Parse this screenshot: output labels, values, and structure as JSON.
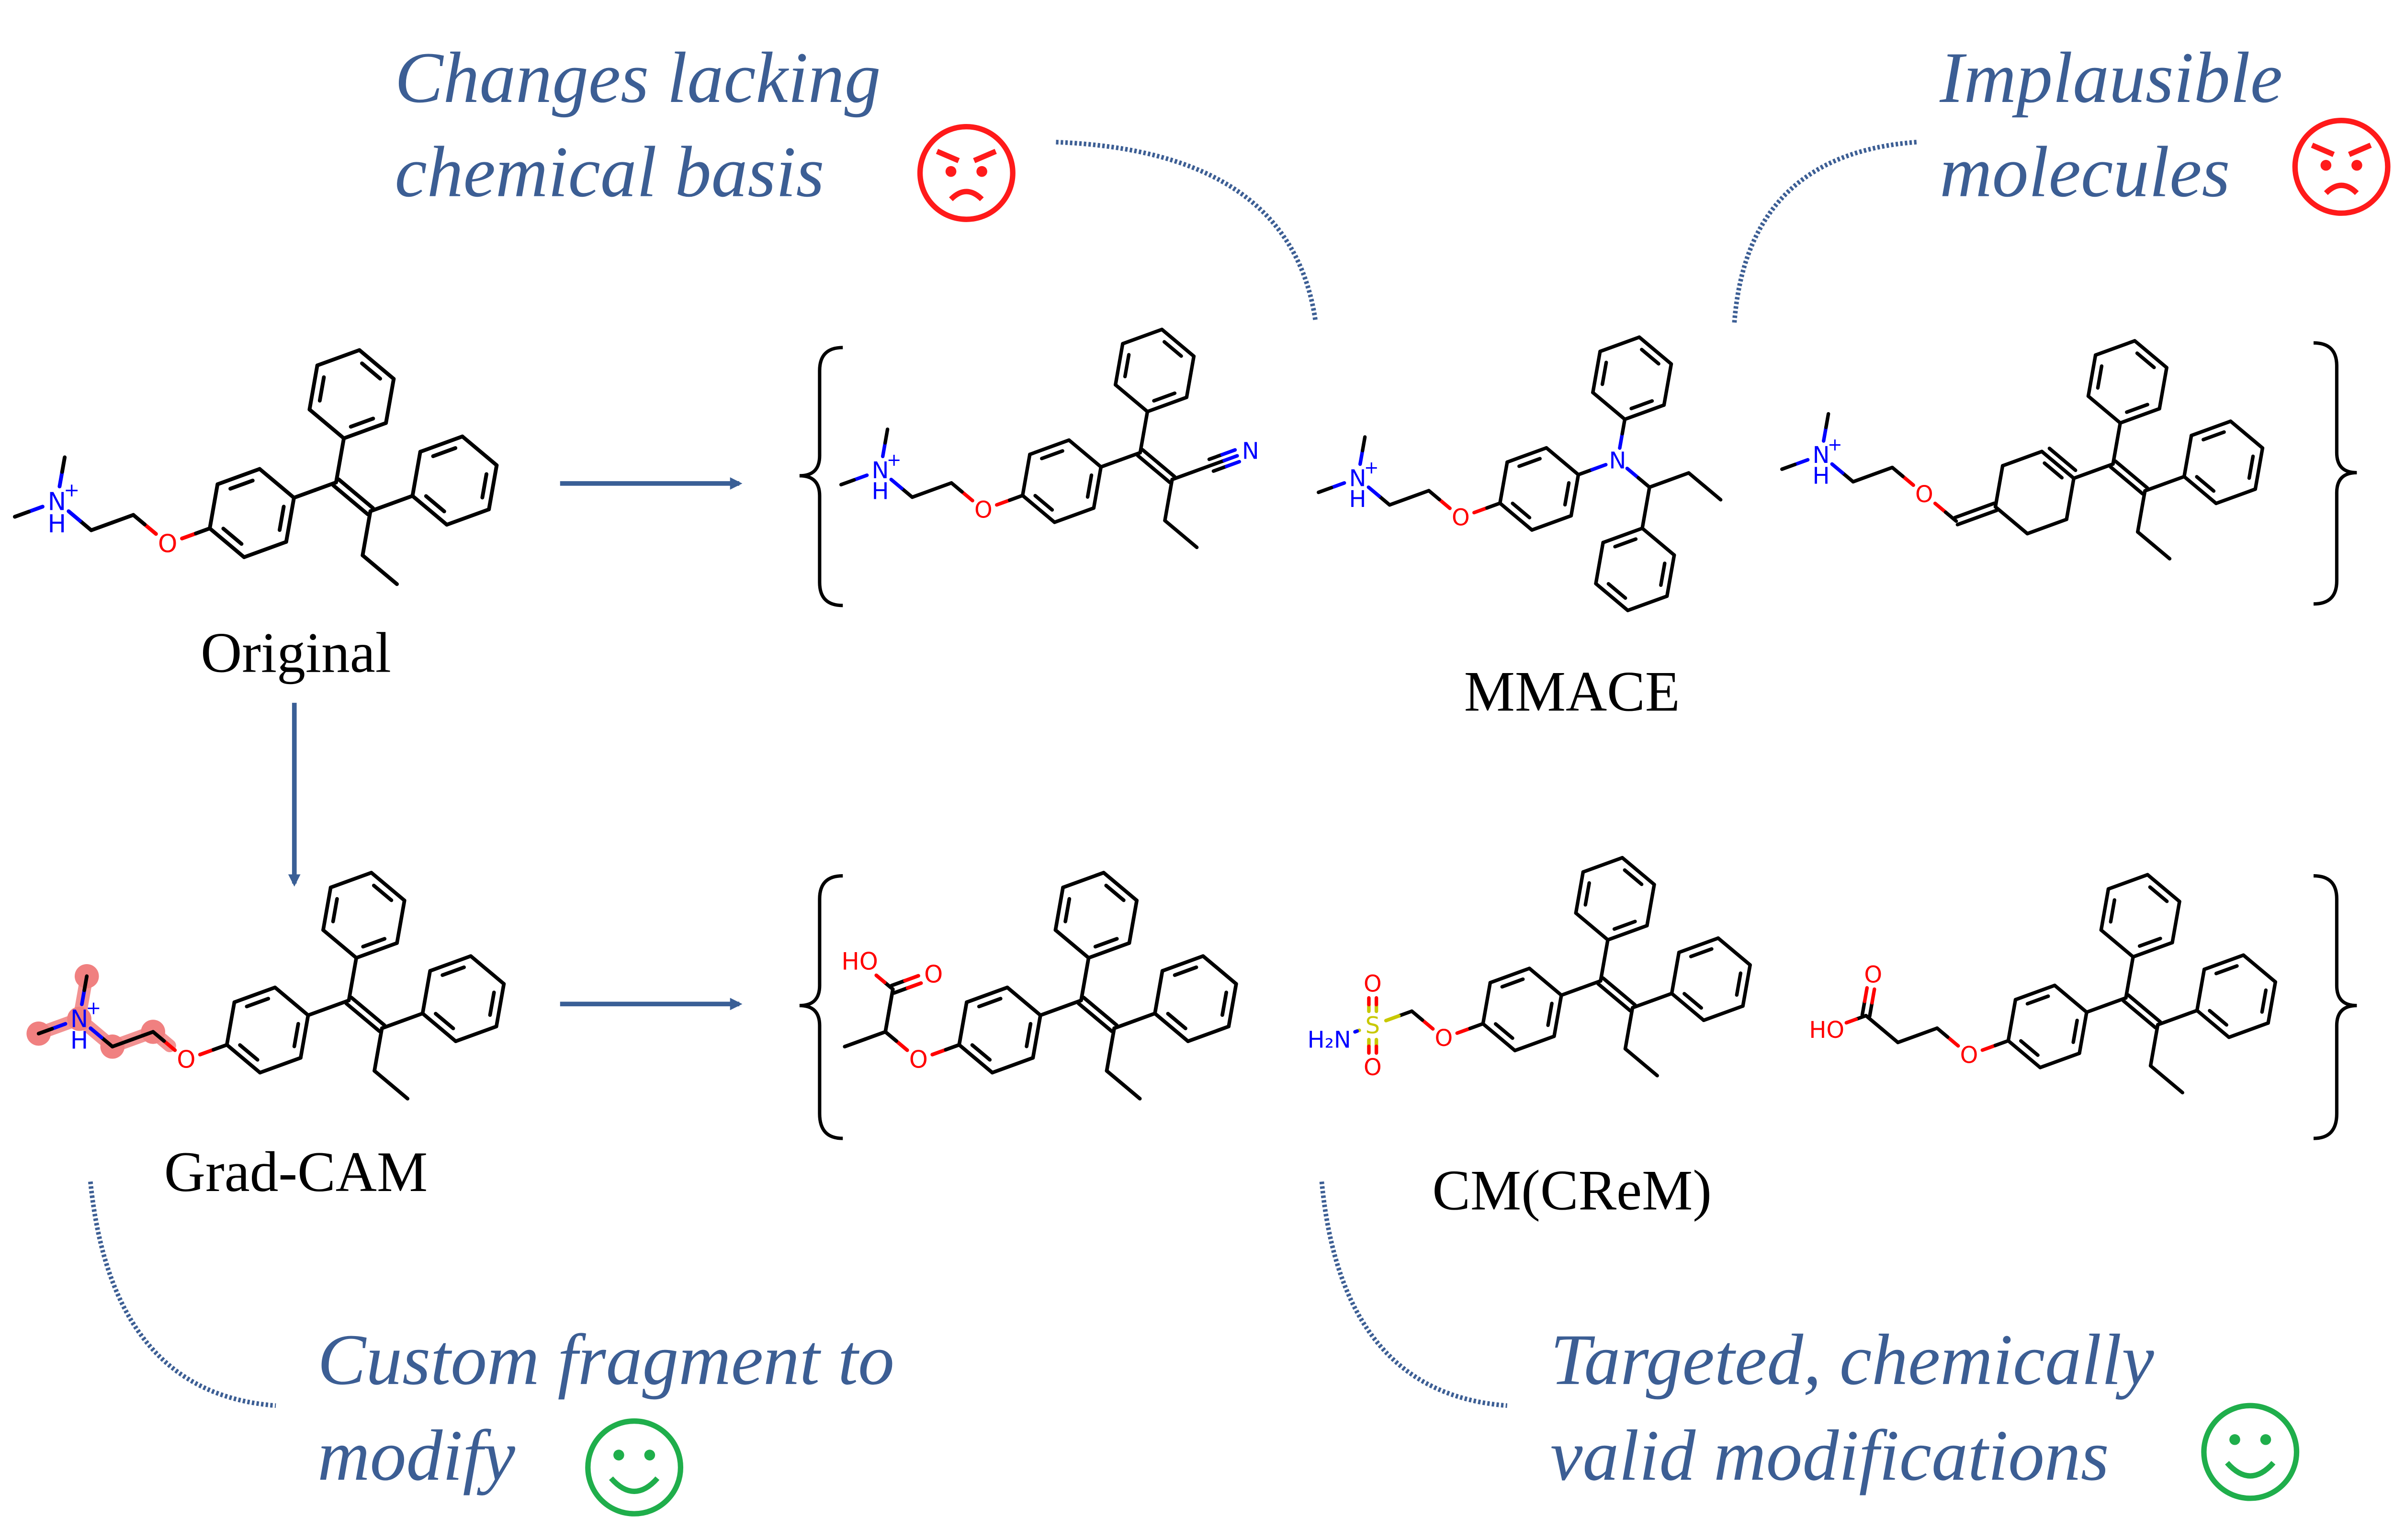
{
  "callouts": {
    "top_left": {
      "line1": "Changes lacking",
      "line2": "chemical basis",
      "sentiment": "angry-face"
    },
    "top_right": {
      "line1": "Implausible",
      "line2": "molecules",
      "sentiment": "angry-face"
    },
    "bottom_left": {
      "line1": "Custom fragment to",
      "line2": "modify",
      "sentiment": "smiley-face"
    },
    "bottom_right": {
      "line1": "Targeted, chemically",
      "line2": "valid modifications",
      "sentiment": "smiley-face"
    }
  },
  "captions": {
    "original": "Original",
    "mmace": "MMACE",
    "gradcam": "Grad-CAM",
    "cm": "CM(CReM)"
  },
  "colors": {
    "callout": "#3c5e94",
    "arrow": "#3a5f96",
    "angry": "#ff1a1a",
    "happy": "#1fae4b",
    "highlight": "#f08080",
    "oxygen": "#ff0000",
    "nitrogen": "#0000ff",
    "sulfur": "#c8c800"
  },
  "molecules": {
    "original": {
      "labels": {
        "n": "N",
        "charge": "+",
        "h": "H",
        "o": "O"
      }
    },
    "gradcam": {
      "labels": {
        "n": "N",
        "charge": "+",
        "h": "H",
        "o": "O"
      }
    },
    "mmace_1": {
      "labels": {
        "n": "N",
        "charge": "+",
        "h": "H",
        "o": "O",
        "nitrile_n": "N"
      }
    },
    "mmace_2": {
      "labels": {
        "n": "N",
        "charge": "+",
        "h": "H",
        "o": "O",
        "amine_n": "N"
      }
    },
    "mmace_3": {
      "labels": {
        "n": "N",
        "charge": "+",
        "h": "H",
        "o": "O"
      }
    },
    "cm_1": {
      "labels": {
        "o": "O",
        "acid_o": "O",
        "acid_ho": "HO"
      }
    },
    "cm_2": {
      "labels": {
        "o": "O",
        "s": "S",
        "so_1": "O",
        "so_2": "O",
        "nh2": "H₂N"
      }
    },
    "cm_3": {
      "labels": {
        "o": "O",
        "acid_o": "O",
        "acid_ho": "HO"
      }
    }
  }
}
